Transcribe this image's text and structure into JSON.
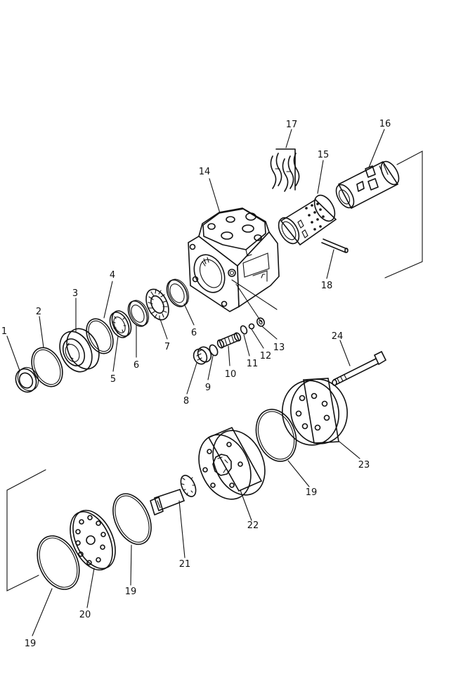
{
  "diagram": {
    "parts": [
      {
        "id": "p1",
        "label": "1"
      },
      {
        "id": "p2",
        "label": "2"
      },
      {
        "id": "p3",
        "label": "3"
      },
      {
        "id": "p4",
        "label": "4"
      },
      {
        "id": "p5",
        "label": "5"
      },
      {
        "id": "p6a",
        "label": "6"
      },
      {
        "id": "p6b",
        "label": "6"
      },
      {
        "id": "p7",
        "label": "7"
      },
      {
        "id": "p8",
        "label": "8"
      },
      {
        "id": "p9",
        "label": "9"
      },
      {
        "id": "p10",
        "label": "10"
      },
      {
        "id": "p11",
        "label": "11"
      },
      {
        "id": "p12",
        "label": "12"
      },
      {
        "id": "p13",
        "label": "13"
      },
      {
        "id": "p14",
        "label": "14"
      },
      {
        "id": "p15",
        "label": "15"
      },
      {
        "id": "p16",
        "label": "16"
      },
      {
        "id": "p17",
        "label": "17"
      },
      {
        "id": "p18",
        "label": "18"
      },
      {
        "id": "p19a",
        "label": "19"
      },
      {
        "id": "p19b",
        "label": "19"
      },
      {
        "id": "p19c",
        "label": "19"
      },
      {
        "id": "p20",
        "label": "20"
      },
      {
        "id": "p21",
        "label": "21"
      },
      {
        "id": "p22",
        "label": "22"
      },
      {
        "id": "p23",
        "label": "23"
      },
      {
        "id": "p24",
        "label": "24"
      }
    ]
  }
}
